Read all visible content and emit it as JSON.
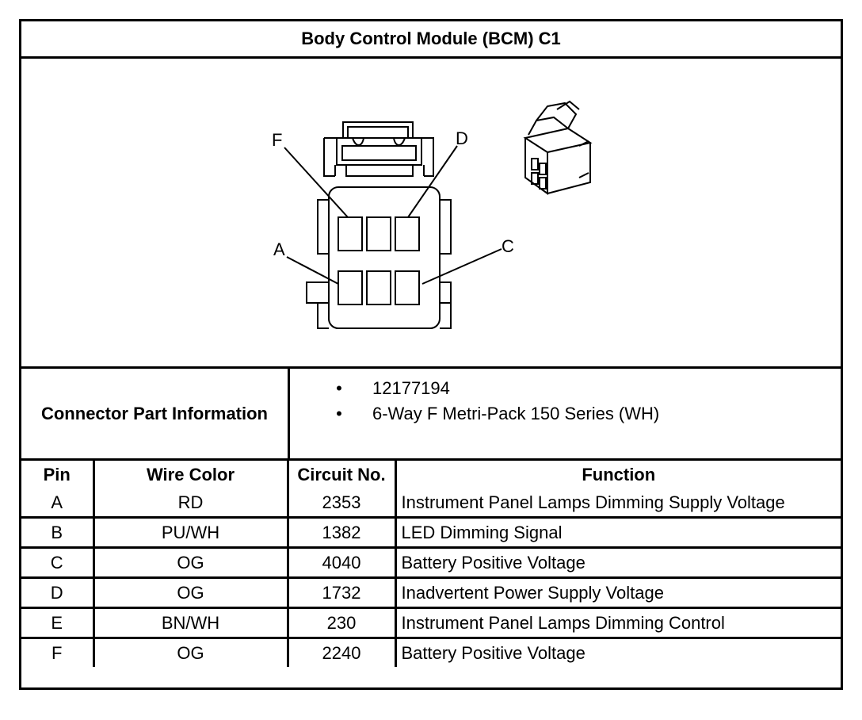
{
  "title": "Body Control Module (BCM) C1",
  "diagram": {
    "labels": {
      "A": "A",
      "C": "C",
      "D": "D",
      "F": "F"
    }
  },
  "connector_info": {
    "label": "Connector Part Information",
    "items": [
      "12177194",
      "6-Way F Metri-Pack 150 Series (WH)"
    ],
    "bullet": "•"
  },
  "table": {
    "headers": [
      "Pin",
      "Wire Color",
      "Circuit No.",
      "Function"
    ],
    "rows": [
      {
        "pin": "A",
        "color": "RD",
        "circuit": "2353",
        "function": "Instrument Panel Lamps Dimming Supply Voltage"
      },
      {
        "pin": "B",
        "color": "PU/WH",
        "circuit": "1382",
        "function": "LED Dimming Signal"
      },
      {
        "pin": "C",
        "color": "OG",
        "circuit": "4040",
        "function": "Battery Positive Voltage"
      },
      {
        "pin": "D",
        "color": "OG",
        "circuit": "1732",
        "function": "Inadvertent Power Supply Voltage"
      },
      {
        "pin": "E",
        "color": "BN/WH",
        "circuit": "230",
        "function": "Instrument Panel Lamps Dimming Control"
      },
      {
        "pin": "F",
        "color": "OG",
        "circuit": "2240",
        "function": "Battery Positive Voltage"
      }
    ]
  }
}
